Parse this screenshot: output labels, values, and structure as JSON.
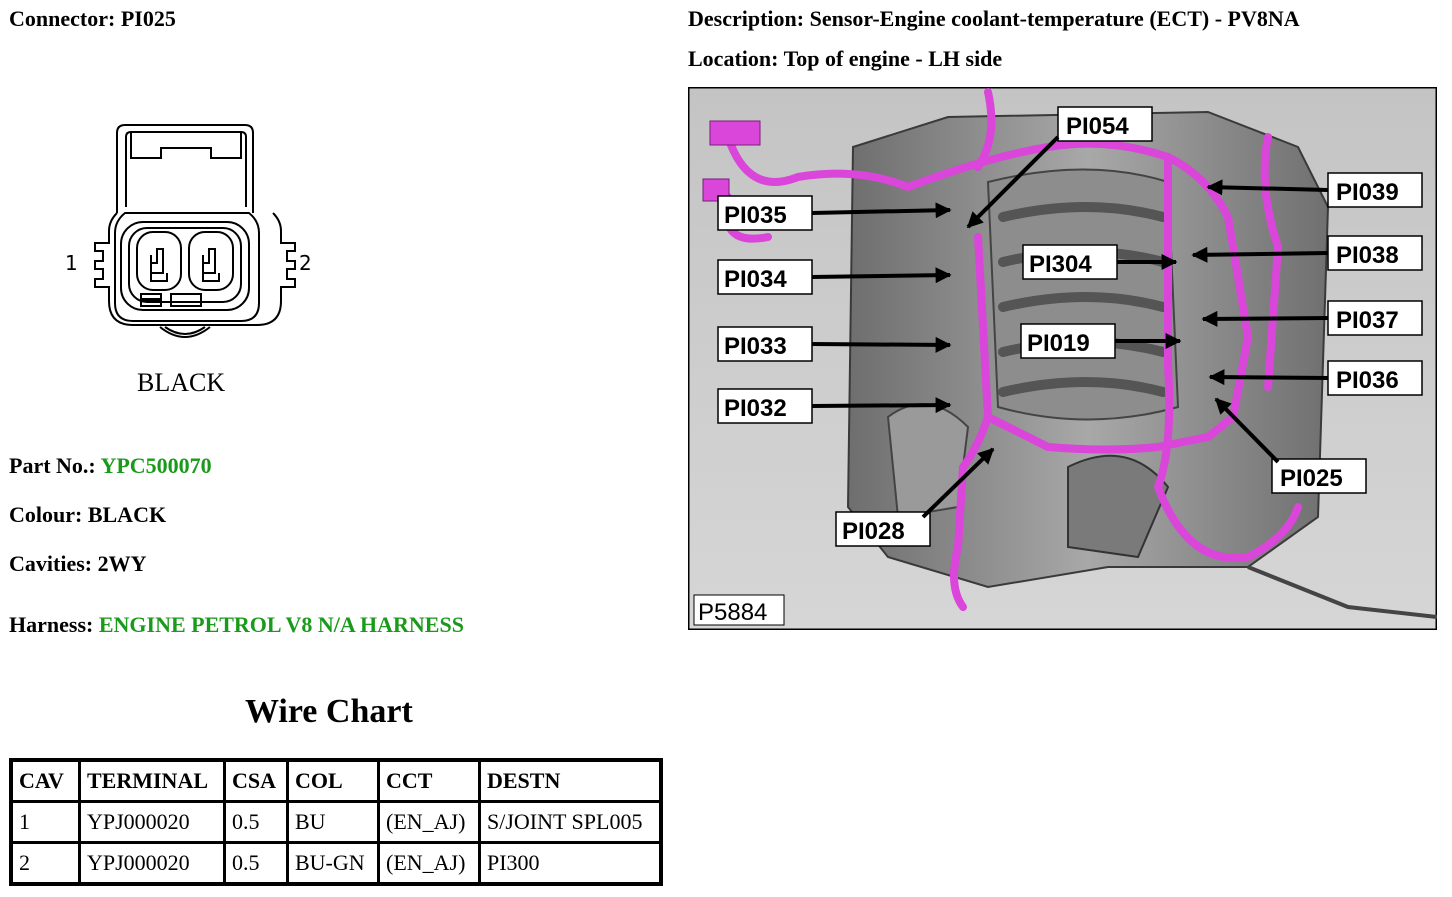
{
  "connector": {
    "label": "Connector:",
    "value": "PI025"
  },
  "description": {
    "label": "Description:",
    "value": "Sensor-Engine coolant-temperature (ECT) - PV8NA"
  },
  "location": {
    "label": "Location:",
    "value": "Top of engine - LH side"
  },
  "part_no": {
    "label": "Part No.:",
    "value": "YPC500070"
  },
  "colour": {
    "label": "Colour:",
    "value": "BLACK"
  },
  "cavities": {
    "label": "Cavities:",
    "value": "2WY"
  },
  "harness": {
    "label": "Harness:",
    "value": "ENGINE PETROL V8 N/A HARNESS"
  },
  "connector_drawing": {
    "pin_1": "1",
    "pin_2": "2",
    "body_colour": "BLACK"
  },
  "engine_photo": {
    "figure_id": "P5884",
    "callouts": [
      "PI054",
      "PI039",
      "PI035",
      "PI038",
      "PI304",
      "PI034",
      "PI037",
      "PI019",
      "PI033",
      "PI036",
      "PI032",
      "PI025",
      "PI028"
    ],
    "harness_color": "#d946d9"
  },
  "wire_chart": {
    "title": "Wire Chart",
    "headers": [
      "CAV",
      "TERMINAL",
      "CSA",
      "COL",
      "CCT",
      "DESTN"
    ],
    "rows": [
      [
        "1",
        "YPJ000020",
        "0.5",
        "BU",
        "(EN_AJ)",
        "S/JOINT SPL005"
      ],
      [
        "2",
        "YPJ000020",
        "0.5",
        "BU-GN",
        "(EN_AJ)",
        "PI300"
      ]
    ]
  }
}
